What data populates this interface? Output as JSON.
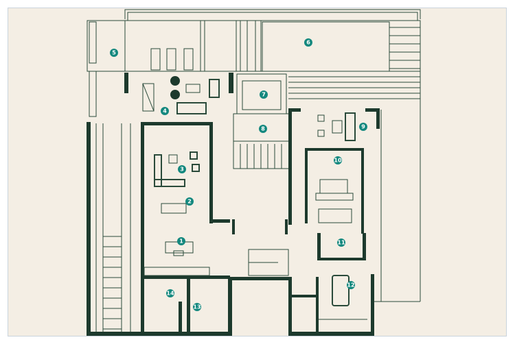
{
  "title": "Floor plan",
  "colors": {
    "background": "#f4eee4",
    "walls": "#1d3a2d",
    "marker": "#14887e"
  },
  "markers": [
    {
      "label": "1"
    },
    {
      "label": "2"
    },
    {
      "label": "3"
    },
    {
      "label": "4"
    },
    {
      "label": "5"
    },
    {
      "label": "6"
    },
    {
      "label": "7"
    },
    {
      "label": "8"
    },
    {
      "label": "9"
    },
    {
      "label": "10"
    },
    {
      "label": "11"
    },
    {
      "label": "12"
    },
    {
      "label": "13"
    },
    {
      "label": "14"
    }
  ]
}
